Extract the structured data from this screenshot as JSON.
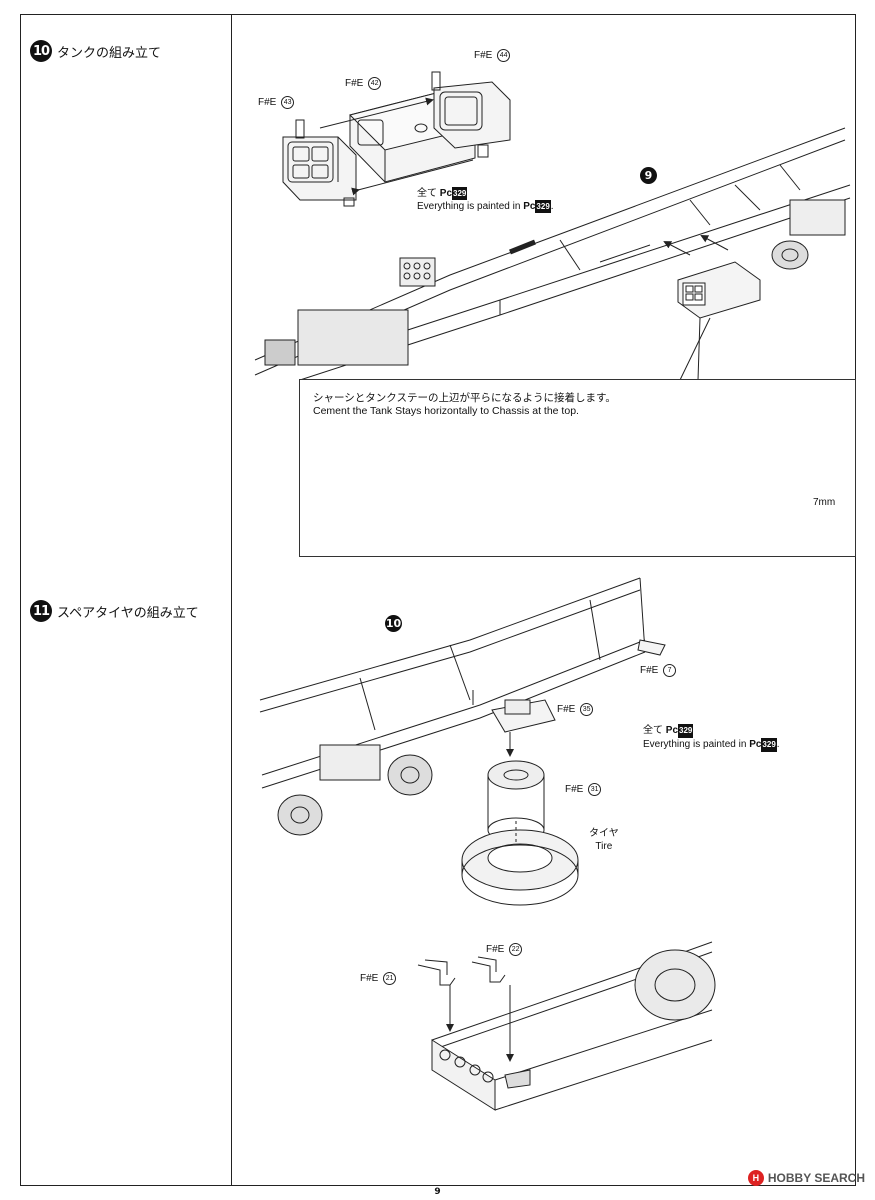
{
  "steps": [
    {
      "number": "10",
      "title": "タンクの組み立て"
    },
    {
      "number": "11",
      "title": "スペアタイヤの組み立て"
    }
  ],
  "step10": {
    "part_43": {
      "code": "F#E",
      "num": "43"
    },
    "part_42": {
      "code": "F#E",
      "num": "42"
    },
    "part_44": {
      "code": "F#E",
      "num": "44"
    },
    "paint_jp": "全て",
    "paint_en": "Everything is painted in",
    "paint_prefix": "Pc",
    "paint_code": "329",
    "ref_step": "9",
    "note_jp": "シャーシとタンクステーの上辺が平らになるように接着します。",
    "note_en": "Cement the Tank Stays horizontally to Chassis at the top.",
    "dimension": "7mm"
  },
  "step11": {
    "ref_step": "10",
    "part_7": {
      "code": "F#E",
      "num": "7"
    },
    "part_35": {
      "code": "F#E",
      "num": "35"
    },
    "part_31": {
      "code": "F#E",
      "num": "31"
    },
    "part_21": {
      "code": "F#E",
      "num": "21"
    },
    "part_22": {
      "code": "F#E",
      "num": "22"
    },
    "paint_jp": "全て",
    "paint_en": "Everything is painted in",
    "paint_prefix": "Pc",
    "paint_code": "329",
    "tire_jp": "タイヤ",
    "tire_en": "Tire"
  },
  "page_number": "9",
  "watermark": "HOBBY SEARCH"
}
